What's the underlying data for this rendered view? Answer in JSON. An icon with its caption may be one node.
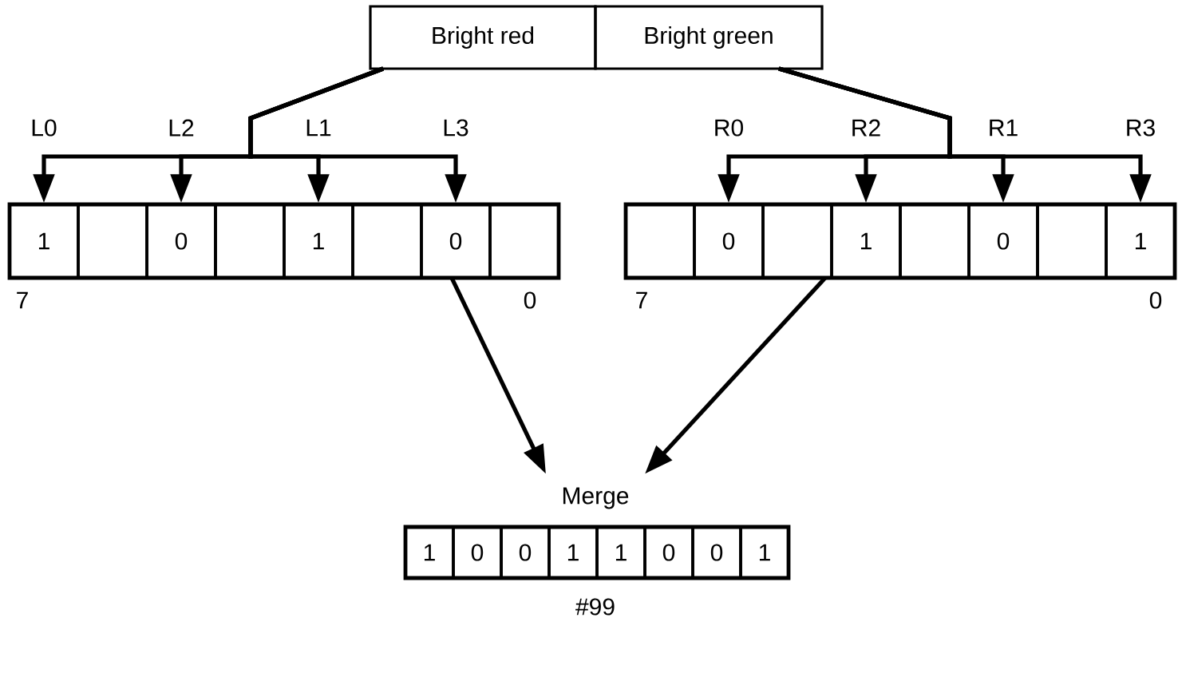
{
  "diagram": {
    "nodes": [
      {
        "text": [
          "Bright red"
        ]
      },
      {
        "text": [
          "Bright green"
        ]
      },
      {
        "text": [],
        "shape": "box",
        "beside": [
          "7",
          "0"
        ]
      },
      {
        "text": [
          "1"
        ],
        "in": 2
      },
      {
        "text": [],
        "shape": "box",
        "in": 2
      },
      {
        "text": [
          "0"
        ],
        "in": 2
      },
      {
        "text": [],
        "shape": "box",
        "in": 2
      },
      {
        "text": [
          "1"
        ],
        "in": 2
      },
      {
        "text": [],
        "shape": "box",
        "in": 2
      },
      {
        "text": [
          "0"
        ],
        "in": 2
      },
      {
        "text": [],
        "shape": "box",
        "in": 2
      },
      {
        "text": [],
        "shape": "box",
        "beside": [
          "7",
          "0"
        ]
      },
      {
        "text": [],
        "shape": "box",
        "in": 11
      },
      {
        "text": [
          "0"
        ],
        "in": 11
      },
      {
        "text": [],
        "shape": "box",
        "in": 11
      },
      {
        "text": [
          "1"
        ],
        "in": 11
      },
      {
        "text": [],
        "shape": "box",
        "in": 11
      },
      {
        "text": [
          "0"
        ],
        "in": 11
      },
      {
        "text": [],
        "shape": "box",
        "in": 11
      },
      {
        "text": [
          "1"
        ],
        "in": 11
      },
      {
        "text": [],
        "shape": "box",
        "beside": [
          "Merge",
          "#99"
        ]
      },
      {
        "text": [
          "1"
        ],
        "in": 20
      },
      {
        "text": [
          "0"
        ],
        "in": 20
      },
      {
        "text": [
          "0"
        ],
        "in": 20
      },
      {
        "text": [
          "1"
        ],
        "in": 20
      },
      {
        "text": [
          "1"
        ],
        "in": 20
      },
      {
        "text": [
          "0"
        ],
        "in": 20
      },
      {
        "text": [
          "0"
        ],
        "in": 20
      },
      {
        "text": [
          "1"
        ],
        "in": 20
      }
    ],
    "edges": [
      {
        "from": 0,
        "to": 3,
        "arrow": "to",
        "label": "L0"
      },
      {
        "from": 0,
        "to": 5,
        "arrow": "to",
        "label": "L2"
      },
      {
        "from": 0,
        "to": 7,
        "arrow": "to",
        "label": "L1"
      },
      {
        "from": 0,
        "to": 9,
        "arrow": "to",
        "label": "L3"
      },
      {
        "from": 1,
        "to": 13,
        "arrow": "to",
        "label": "R0"
      },
      {
        "from": 1,
        "to": 15,
        "arrow": "to",
        "label": "R2"
      },
      {
        "from": 1,
        "to": 17,
        "arrow": "to",
        "label": "R1"
      },
      {
        "from": 1,
        "to": 19,
        "arrow": "to",
        "label": "R3"
      },
      {
        "from": 2,
        "to": 20,
        "arrow": "to"
      },
      {
        "from": 11,
        "to": 20,
        "arrow": "to"
      }
    ]
  }
}
